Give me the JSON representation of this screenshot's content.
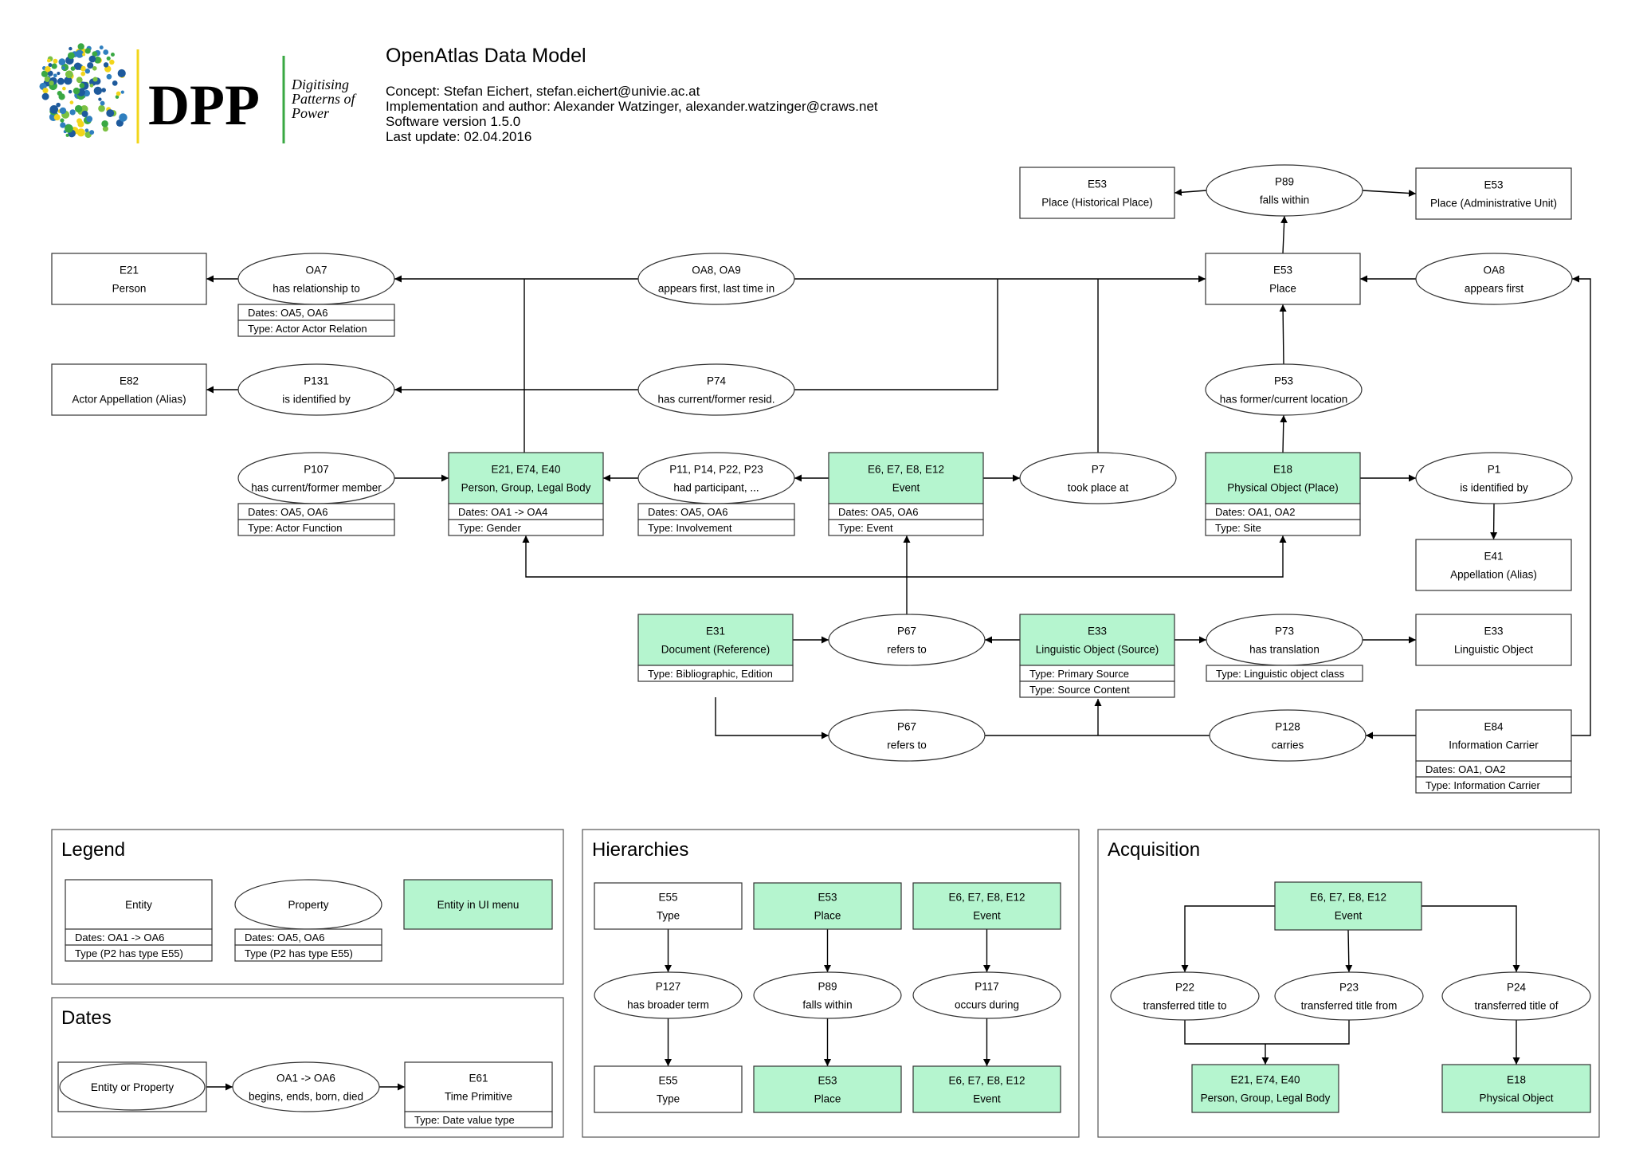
{
  "header": {
    "logo_text": "DPP",
    "logo_tagline": [
      "Digitising",
      "Patterns of",
      "Power"
    ],
    "title": "OpenAtlas Data Model",
    "lines": [
      "Concept: Stefan Eichert, stefan.eichert@univie.ac.at",
      "Implementation and author: Alexander Watzinger, alexander.watzinger@craws.net",
      "Software version 1.5.0",
      "Last update: 02.04.2016"
    ]
  },
  "colors": {
    "accent_entity": "#b5f5cf",
    "line": "#000000",
    "logo_green": "#3aa843",
    "logo_blue": "#2f7fbf",
    "logo_yellow": "#f2d51a"
  },
  "nodes": [
    {
      "id": "e53_hist",
      "shape": "rect",
      "lines": [
        "E53",
        "Place (Historical Place)"
      ]
    },
    {
      "id": "p89_top",
      "shape": "ellipse",
      "lines": [
        "P89",
        "falls within"
      ]
    },
    {
      "id": "e53_admin",
      "shape": "rect",
      "lines": [
        "E53",
        "Place (Administrative Unit)"
      ]
    },
    {
      "id": "e21",
      "shape": "rect",
      "lines": [
        "E21",
        "Person"
      ]
    },
    {
      "id": "oa7",
      "shape": "ellipse",
      "lines": [
        "OA7",
        "has relationship to"
      ],
      "attrs": [
        "Dates: OA5, OA6",
        "Type: Actor Actor Relation"
      ]
    },
    {
      "id": "oa8oa9",
      "shape": "ellipse",
      "lines": [
        "OA8, OA9",
        "appears first, last time in"
      ]
    },
    {
      "id": "e53_place",
      "shape": "rect",
      "lines": [
        "E53",
        "Place"
      ]
    },
    {
      "id": "oa8",
      "shape": "ellipse",
      "lines": [
        "OA8",
        "appears first"
      ]
    },
    {
      "id": "e82",
      "shape": "rect",
      "lines": [
        "E82",
        "Actor Appellation (Alias)"
      ]
    },
    {
      "id": "p131",
      "shape": "ellipse",
      "lines": [
        "P131",
        "is identified by"
      ]
    },
    {
      "id": "p74",
      "shape": "ellipse",
      "lines": [
        "P74",
        "has current/former resid."
      ]
    },
    {
      "id": "p53",
      "shape": "ellipse",
      "lines": [
        "P53",
        "has former/current location"
      ]
    },
    {
      "id": "p107",
      "shape": "ellipse",
      "lines": [
        "P107",
        "has current/former member"
      ],
      "attrs": [
        "Dates: OA5, OA6",
        "Type: Actor Function"
      ]
    },
    {
      "id": "actor",
      "shape": "rect",
      "green": true,
      "lines": [
        "E21, E74, E40",
        "Person, Group, Legal Body"
      ],
      "attrs": [
        "Dates: OA1 -> OA4",
        "Type: Gender"
      ]
    },
    {
      "id": "p11",
      "shape": "ellipse",
      "lines": [
        "P11, P14, P22, P23",
        "had participant, ..."
      ],
      "attrs": [
        "Dates: OA5, OA6",
        "Type: Involvement"
      ]
    },
    {
      "id": "event",
      "shape": "rect",
      "green": true,
      "lines": [
        "E6, E7, E8, E12",
        "Event"
      ],
      "attrs": [
        "Dates: OA5, OA6",
        "Type: Event"
      ]
    },
    {
      "id": "p7",
      "shape": "ellipse",
      "lines": [
        "P7",
        "took place at"
      ]
    },
    {
      "id": "e18",
      "shape": "rect",
      "green": true,
      "lines": [
        "E18",
        "Physical Object (Place)"
      ],
      "attrs": [
        "Dates: OA1, OA2",
        "Type: Site"
      ]
    },
    {
      "id": "p1",
      "shape": "ellipse",
      "lines": [
        "P1",
        "is identified by"
      ]
    },
    {
      "id": "e41",
      "shape": "rect",
      "lines": [
        "E41",
        "Appellation (Alias)"
      ]
    },
    {
      "id": "e31",
      "shape": "rect",
      "green": true,
      "lines": [
        "E31",
        "Document (Reference)"
      ],
      "attrs": [
        "Type: Bibliographic, Edition"
      ]
    },
    {
      "id": "p67a",
      "shape": "ellipse",
      "lines": [
        "P67",
        "refers to"
      ]
    },
    {
      "id": "e33src",
      "shape": "rect",
      "green": true,
      "lines": [
        "E33",
        "Linguistic Object (Source)"
      ],
      "attrs": [
        "Type: Primary Source",
        "Type: Source Content"
      ]
    },
    {
      "id": "p73",
      "shape": "ellipse",
      "lines": [
        "P73",
        "has translation"
      ],
      "attrs": [
        "Type: Linguistic object class"
      ]
    },
    {
      "id": "e33",
      "shape": "rect",
      "lines": [
        "E33",
        "Linguistic Object"
      ]
    },
    {
      "id": "p67b",
      "shape": "ellipse",
      "lines": [
        "P67",
        "refers to"
      ]
    },
    {
      "id": "p128",
      "shape": "ellipse",
      "lines": [
        "P128",
        "carries"
      ]
    },
    {
      "id": "e84",
      "shape": "rect",
      "lines": [
        "E84",
        "Information Carrier"
      ],
      "attrs": [
        "Dates: OA1, OA2",
        "Type: Information Carrier"
      ]
    }
  ],
  "panels": [
    {
      "id": "legend",
      "title": "Legend",
      "nodes": [
        {
          "id": "lg_entity",
          "shape": "rect",
          "lines": [
            "Entity"
          ],
          "attrs": [
            "Dates: OA1 -> OA6",
            "Type (P2 has type E55)"
          ]
        },
        {
          "id": "lg_property",
          "shape": "ellipse",
          "lines": [
            "Property"
          ],
          "attrs": [
            "Dates: OA5, OA6",
            "Type (P2 has type E55)"
          ]
        },
        {
          "id": "lg_ui",
          "shape": "rect",
          "green": true,
          "lines": [
            "Entity in UI menu"
          ]
        }
      ]
    },
    {
      "id": "dates",
      "title": "Dates",
      "nodes": [
        {
          "id": "dt_ep",
          "shape": "rect",
          "ellipse_inside": true,
          "lines": [
            "Entity or Property"
          ]
        },
        {
          "id": "dt_oa",
          "shape": "ellipse",
          "lines": [
            "OA1 -> OA6",
            "begins, ends, born, died"
          ]
        },
        {
          "id": "dt_e61",
          "shape": "rect",
          "lines": [
            "E61",
            "Time Primitive"
          ],
          "attrs": [
            "Type: Date value type"
          ]
        }
      ]
    },
    {
      "id": "hierarchies",
      "title": "Hierarchies",
      "nodes": [
        {
          "id": "h_e55a",
          "shape": "rect",
          "lines": [
            "E55",
            "Type"
          ]
        },
        {
          "id": "h_e53a",
          "shape": "rect",
          "green": true,
          "lines": [
            "E53",
            "Place"
          ]
        },
        {
          "id": "h_eva",
          "shape": "rect",
          "green": true,
          "lines": [
            "E6, E7, E8, E12",
            "Event"
          ]
        },
        {
          "id": "h_p127",
          "shape": "ellipse",
          "lines": [
            "P127",
            "has broader term"
          ]
        },
        {
          "id": "h_p89",
          "shape": "ellipse",
          "lines": [
            "P89",
            "falls within"
          ]
        },
        {
          "id": "h_p117",
          "shape": "ellipse",
          "lines": [
            "P117",
            "occurs during"
          ]
        },
        {
          "id": "h_e55b",
          "shape": "rect",
          "lines": [
            "E55",
            "Type"
          ]
        },
        {
          "id": "h_e53b",
          "shape": "rect",
          "green": true,
          "lines": [
            "E53",
            "Place"
          ]
        },
        {
          "id": "h_evb",
          "shape": "rect",
          "green": true,
          "lines": [
            "E6, E7, E8, E12",
            "Event"
          ]
        }
      ]
    },
    {
      "id": "acquisition",
      "title": "Acquisition",
      "nodes": [
        {
          "id": "a_event",
          "shape": "rect",
          "green": true,
          "lines": [
            "E6, E7, E8, E12",
            "Event"
          ]
        },
        {
          "id": "a_p22",
          "shape": "ellipse",
          "lines": [
            "P22",
            "transferred title to"
          ]
        },
        {
          "id": "a_p23",
          "shape": "ellipse",
          "lines": [
            "P23",
            "transferred title from"
          ]
        },
        {
          "id": "a_p24",
          "shape": "ellipse",
          "lines": [
            "P24",
            "transferred title of"
          ]
        },
        {
          "id": "a_actor",
          "shape": "rect",
          "green": true,
          "lines": [
            "E21, E74, E40",
            "Person, Group, Legal Body"
          ]
        },
        {
          "id": "a_e18",
          "shape": "rect",
          "green": true,
          "lines": [
            "E18",
            "Physical Object"
          ]
        }
      ]
    }
  ]
}
